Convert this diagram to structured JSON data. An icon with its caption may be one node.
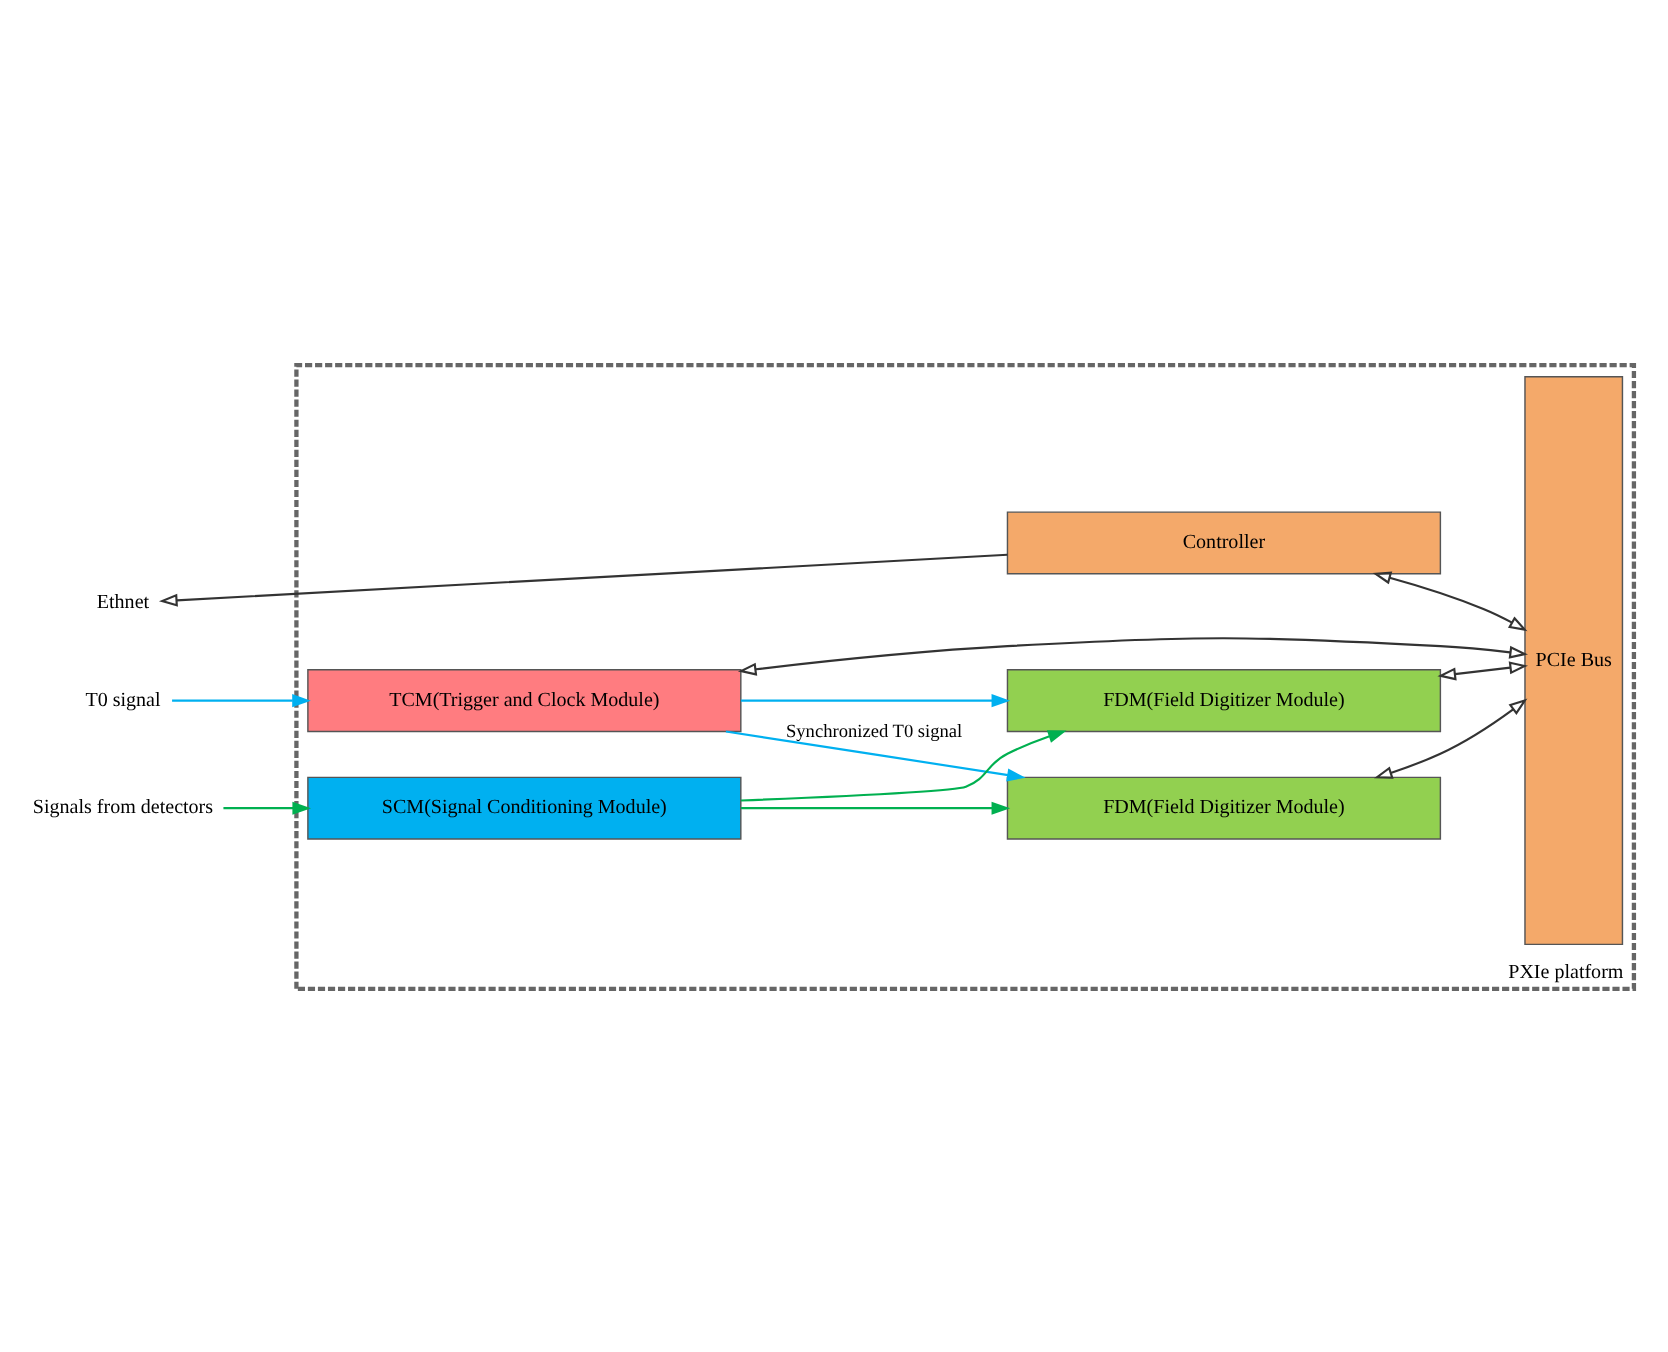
{
  "diagram": {
    "nodes": [
      {
        "text": [
          "PXIe platform"
        ]
      },
      {
        "text": [
          "Controller"
        ],
        "in": 0
      },
      {
        "text": [
          "TCM(Trigger and Clock Module)"
        ],
        "in": 0
      },
      {
        "text": [
          "SCM(Signal Conditioning Module)"
        ],
        "in": 0
      },
      {
        "text": [
          "FDM(Field Digitizer Module)"
        ],
        "in": 0
      },
      {
        "text": [
          "FDM(Field Digitizer Module)"
        ],
        "in": 0
      },
      {
        "text": [
          "PCIe Bus"
        ],
        "in": 0
      },
      {
        "text": [
          "Ethnet"
        ]
      },
      {
        "text": [
          "T0 signal"
        ]
      },
      {
        "text": [
          "Signals from detectors"
        ]
      }
    ],
    "edges": [
      {
        "from": 1,
        "to": 7,
        "arrow": "to"
      },
      {
        "from": 1,
        "to": 6,
        "arrow": "both"
      },
      {
        "from": 8,
        "to": 2,
        "arrow": "to",
        "color": "#00b0f0"
      },
      {
        "from": 2,
        "to": 6,
        "arrow": "both"
      },
      {
        "from": 9,
        "to": 3,
        "arrow": "to",
        "color": "#00b050"
      },
      {
        "from": 3,
        "to": 4,
        "arrow": "to",
        "color": "#00b050"
      },
      {
        "from": 3,
        "to": 5,
        "arrow": "to",
        "color": "#00b050"
      },
      {
        "from": 2,
        "to": 4,
        "arrow": "to",
        "label": "Synchronized T0 signal",
        "color": "#00b0f0"
      },
      {
        "from": 2,
        "to": 5,
        "arrow": "to",
        "color": "#00b0f0"
      },
      {
        "from": 4,
        "to": 6,
        "arrow": "both"
      },
      {
        "from": 5,
        "to": 6,
        "arrow": "both"
      }
    ]
  }
}
